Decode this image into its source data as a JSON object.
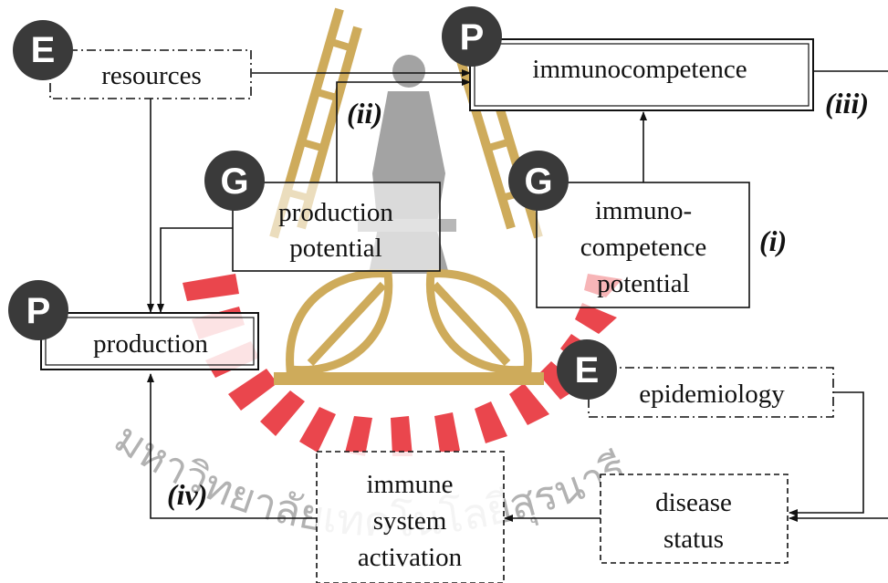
{
  "nodes": {
    "resources": {
      "lines": [
        "resources"
      ],
      "badge": "E"
    },
    "immunocompetence": {
      "lines": [
        "immunocompetence"
      ],
      "badge": "P"
    },
    "production_potential": {
      "lines": [
        "production",
        "potential"
      ],
      "badge": "G"
    },
    "immunocompetence_potential": {
      "lines": [
        "immuno-",
        "competence",
        "potential"
      ],
      "badge": "G"
    },
    "production": {
      "lines": [
        "production"
      ],
      "badge": "P"
    },
    "epidemiology": {
      "lines": [
        "epidemiology"
      ],
      "badge": "E"
    },
    "disease_status": {
      "lines": [
        "disease",
        "status"
      ]
    },
    "immune_system_activation": {
      "lines": [
        "immune",
        "system",
        "activation"
      ]
    }
  },
  "pathway_labels": {
    "i": "(i)",
    "ii": "(ii)",
    "iii": "(iii)",
    "iv": "(iv)"
  },
  "watermark": {
    "text": "มหาวิทยาลัยเทคโนโลยีสุรนารี",
    "colors": {
      "red": "#e8323a",
      "gold": "#c9a24a",
      "figure": "#9a9a9a"
    }
  }
}
